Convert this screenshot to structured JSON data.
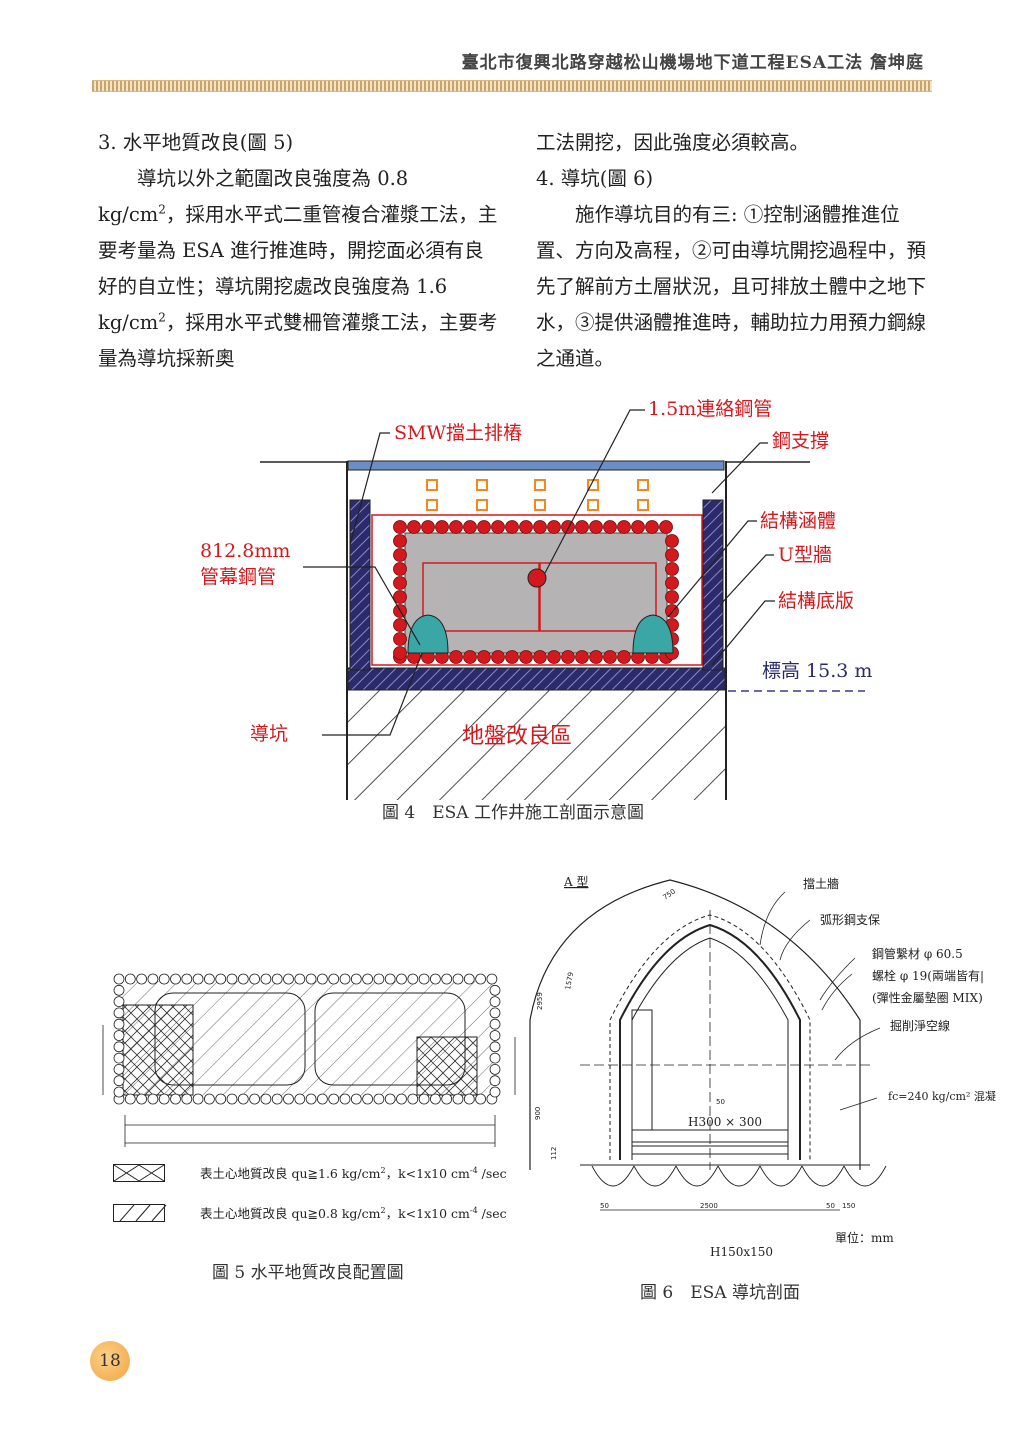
{
  "header": {
    "title": "臺北市復興北路穿越松山機場地下道工程ESA工法 詹坤庭"
  },
  "left_column": {
    "heading": "3. 水平地質改良(圖 5)",
    "p1_a": "導坑以外之範圍改良強度為 0.8 kg/cm",
    "p1_sup": "2",
    "p1_b": "，採用水平式二重管複合灌漿工法，主要考量為 ESA 進行推進時，開挖面必須有良好的自立性；導坑開挖處改良強度為 1.6 kg/cm",
    "p1_sup2": "2",
    "p1_c": "，採用水平式雙柵管灌漿工法，主要考量為導坑採新奧"
  },
  "right_column": {
    "p0": "工法開挖，因此強度必須較高。",
    "heading": "4. 導坑(圖 6)",
    "p1": "施作導坑目的有三: ①控制涵體推進位置、方向及高程，②可由導坑開挖過程中，預先了解前方土層狀況，且可排放土體中之地下水，③提供涵體推進時，輔助拉力用預力鋼線之通道。"
  },
  "figure4": {
    "caption": "圖 4　ESA 工作井施工剖面示意圖",
    "labels": {
      "smw": "SMW擋土排樁",
      "pipe_link": "1.5m連絡鋼管",
      "steel_strut": "鋼支撐",
      "pipe_curtain_1": "812.8mm",
      "pipe_curtain_2": "管幕鋼管",
      "culvert": "結構涵體",
      "u_wall": "U型牆",
      "base_slab": "結構底版",
      "elevation": "標高 15.3 m",
      "pilot": "導坑",
      "ground_improve": "地盤改良區"
    },
    "colors": {
      "red": "#d4191e",
      "navy": "#2b2a6b",
      "teal": "#3aa6a6"
    }
  },
  "figure5": {
    "caption": "圖 5 水平地質改良配置圖",
    "legend": [
      {
        "text_a": "表土心地質改良 qu≧1.6 kg/cm",
        "sup": "2",
        "text_b": "，k<1x10 cm",
        "sup2": "-4",
        "text_c": " /sec"
      },
      {
        "text_a": "表土心地質改良 qu≧0.8 kg/cm",
        "sup": "2",
        "text_b": "，k<1x10 cm",
        "sup2": "-4",
        "text_c": " /sec"
      }
    ]
  },
  "figure6": {
    "caption": "圖 6　ESA 導坑剖面",
    "type_label": "A 型",
    "labels": {
      "retaining_wall": "擋土牆",
      "arc_support": "弧形鋼支保",
      "pipe_tie": "鋼管繫材 φ 60.5",
      "bolt": "螺栓 φ 19(兩端皆有|",
      "washer": "(彈性金屬墊圈 MIX)",
      "clearance": "掘削淨空線",
      "concrete": "fc=240 kg/cm² 混凝",
      "beam": "H300 × 300",
      "h150": "H150x150",
      "unit": "單位：mm",
      "dim_2500": "2500",
      "dim_750": "750",
      "dim_50a": "50",
      "dim_50b": "50",
      "dim_150": "150",
      "dim_900": "900",
      "dim_112": "112",
      "dim_50c": "50",
      "dim_2959": "2959",
      "dim_1579": "1579"
    }
  },
  "page_number": "18"
}
